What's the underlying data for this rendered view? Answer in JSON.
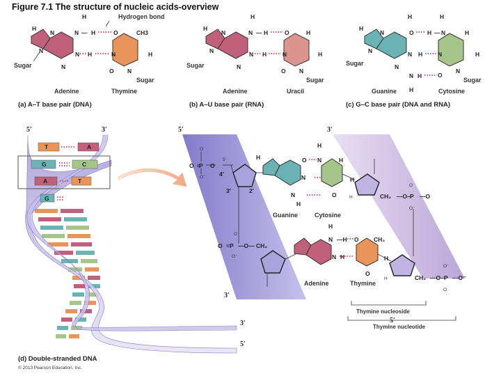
{
  "title": "Figure 7.1  The structure of nucleic acids-overview",
  "panel_a": {
    "label_hbond": "Hydrogen bond",
    "base_left": "Adenine",
    "base_right": "Thymine",
    "sugar": "Sugar",
    "methyl": "CH3",
    "caption": "(a) A–T base pair (DNA)"
  },
  "panel_b": {
    "base_left": "Adenine",
    "base_right": "Uracil",
    "sugar": "Sugar",
    "caption": "(b) A–U base pair (RNA)"
  },
  "panel_c": {
    "base_left": "Guanine",
    "base_right": "Cytosine",
    "sugar": "Sugar",
    "caption": "(c) G–C base pair (DNA and RNA)"
  },
  "panel_d": {
    "caption": "(d) Double-stranded DNA",
    "copyright": "© 2013 Pearson Education, Inc.",
    "prime5": "5′",
    "prime3": "3′",
    "bases_T": "T",
    "bases_A": "A",
    "bases_G": "G",
    "bases_C": "C",
    "guanine": "Guanine",
    "cytosine": "Cytosine",
    "adenine": "Adenine",
    "thymine": "Thymine",
    "thymine_nucleoside": "Thymine nucleoside",
    "thymine_nucleotide": "Thymine nucleotide"
  },
  "colors": {
    "adenine": "#c0607a",
    "thymine": "#e9955a",
    "uracil": "#d9958e",
    "guanine": "#6ab2b4",
    "cytosine": "#a5c58a",
    "strand_left": "#8c84d0",
    "strand_right": "#c6b6e0",
    "hbond": "#cc2233"
  }
}
